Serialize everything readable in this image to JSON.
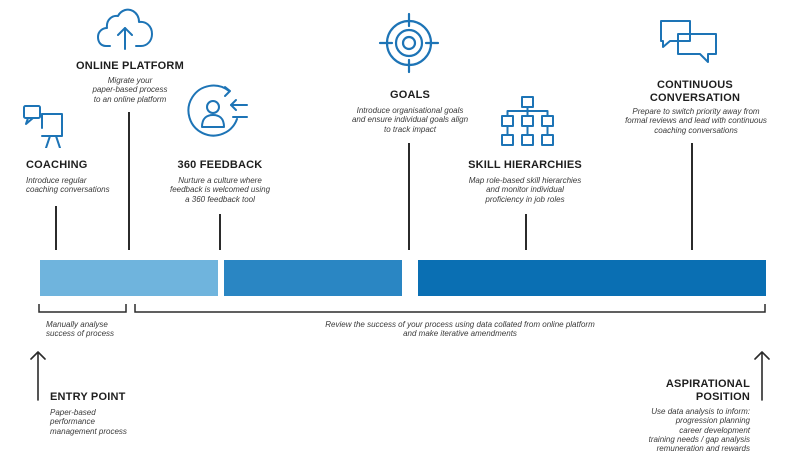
{
  "colors": {
    "bar_light": "#6fb4dd",
    "bar_mid": "#2a86c3",
    "bar_dark": "#0a6fb3",
    "icon": "#1d74b6",
    "text": "#1e1e1e"
  },
  "stages": {
    "coaching": {
      "title": "COACHING",
      "desc": [
        "Introduce regular",
        "coaching conversations"
      ],
      "icon": "presentation-board-icon"
    },
    "online_platform": {
      "title": "ONLINE PLATFORM",
      "desc": [
        "Migrate your",
        "paper-based process",
        "to an online platform"
      ],
      "icon": "cloud-upload-icon"
    },
    "feedback": {
      "title": "360 FEEDBACK",
      "desc": [
        "Nurture a culture where",
        "feedback is welcomed using",
        "a 360 feedback tool"
      ],
      "icon": "user-feedback-icon"
    },
    "goals": {
      "title": "GOALS",
      "desc": [
        "Introduce organisational goals",
        "and ensure individual goals align",
        "to track impact"
      ],
      "icon": "target-icon"
    },
    "skill_hierarchies": {
      "title": "SKILL HIERARCHIES",
      "desc": [
        "Map role-based skill hierarchies",
        "and monitor individual",
        "proficiency in job roles"
      ],
      "icon": "hierarchy-icon"
    },
    "continuous": {
      "title_lines": [
        "CONTINUOUS",
        "CONVERSATION"
      ],
      "desc": [
        "Prepare to switch priority away from",
        "formal reviews and lead with continuous",
        "coaching conversations"
      ],
      "icon": "chat-bubbles-icon"
    }
  },
  "brackets": {
    "manual": [
      "Manually analyse",
      "success of process"
    ],
    "review": [
      "Review the success of your process using data collated from online platform",
      "and make iterative amendments"
    ]
  },
  "entry": {
    "title": "ENTRY POINT",
    "desc": [
      "Paper-based",
      "performance",
      "management process"
    ]
  },
  "aspirational": {
    "title_lines": [
      "ASPIRATIONAL",
      "POSITION"
    ],
    "desc": [
      "Use data analysis to inform:",
      "progression planning",
      "career development",
      "training needs / gap analysis",
      "remuneration and rewards"
    ]
  }
}
